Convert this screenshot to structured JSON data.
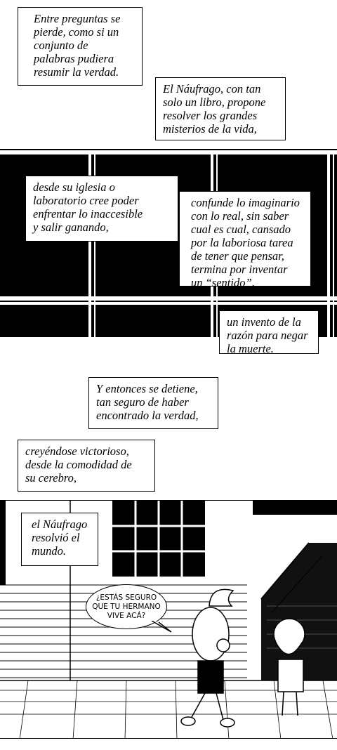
{
  "captions": {
    "c1": "Entre preguntas se\npierde, como si un\nconjunto de\npalabras pudiera\nresumir la verdad.",
    "c2": "El Náufrago, con tan\nsolo un libro, propone\nresolver los grandes\nmisterios de la vida,",
    "c3": "desde su iglesia o\nlaboratorio cree poder\nenfrentar lo inaccesible\ny salir ganando,",
    "c4": "confunde lo imaginario\ncon lo real, sin saber\ncual es cual,  cansado\npor la laboriosa tarea\nde tener que pensar,\ntermina por inventar\nun “sentido”,",
    "c5": "un invento de la\nrazón para negar\nla muerte.",
    "c6": "Y entonces se detiene,\ntan seguro de haber\nencontrado la verdad,",
    "c7": "creyéndose victorioso,\ndesde la comodidad de\nsu cerebro,",
    "c8": "el Náufrago\nresolvió el\nmundo."
  },
  "speech": {
    "b1": "¿ESTÁS SEGURO\nQUE TU HERMANO\nVIVE ACÁ?"
  }
}
